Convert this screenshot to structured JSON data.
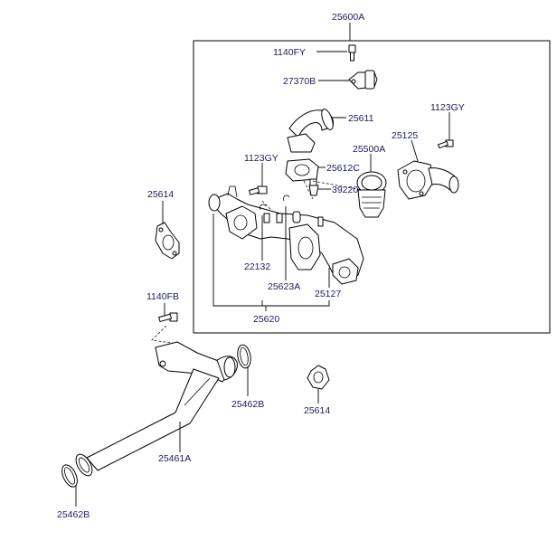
{
  "labels": {
    "assembly": "25600A",
    "bolt_top": "1140FY",
    "sensor": "27370B",
    "outlet_pipe": "25611",
    "bolt_right": "1123GY",
    "thermostat": "25500A",
    "housing_cover": "25125",
    "bolt_mid": "1123GY",
    "gasket_top": "25612C",
    "sensor_small": "39220",
    "gasket_left": "25614",
    "pin_a": "22132",
    "pin_b": "25623A",
    "fitting": "25127",
    "manifold": "25620",
    "bolt_lower": "1140FB",
    "oring_top": "25462B",
    "gasket_lower": "25614",
    "inlet_pipe": "25461A",
    "oring_bottom": "25462B"
  },
  "colors": {
    "label": "#1a1a5e",
    "line": "#000000",
    "background": "#ffffff"
  }
}
